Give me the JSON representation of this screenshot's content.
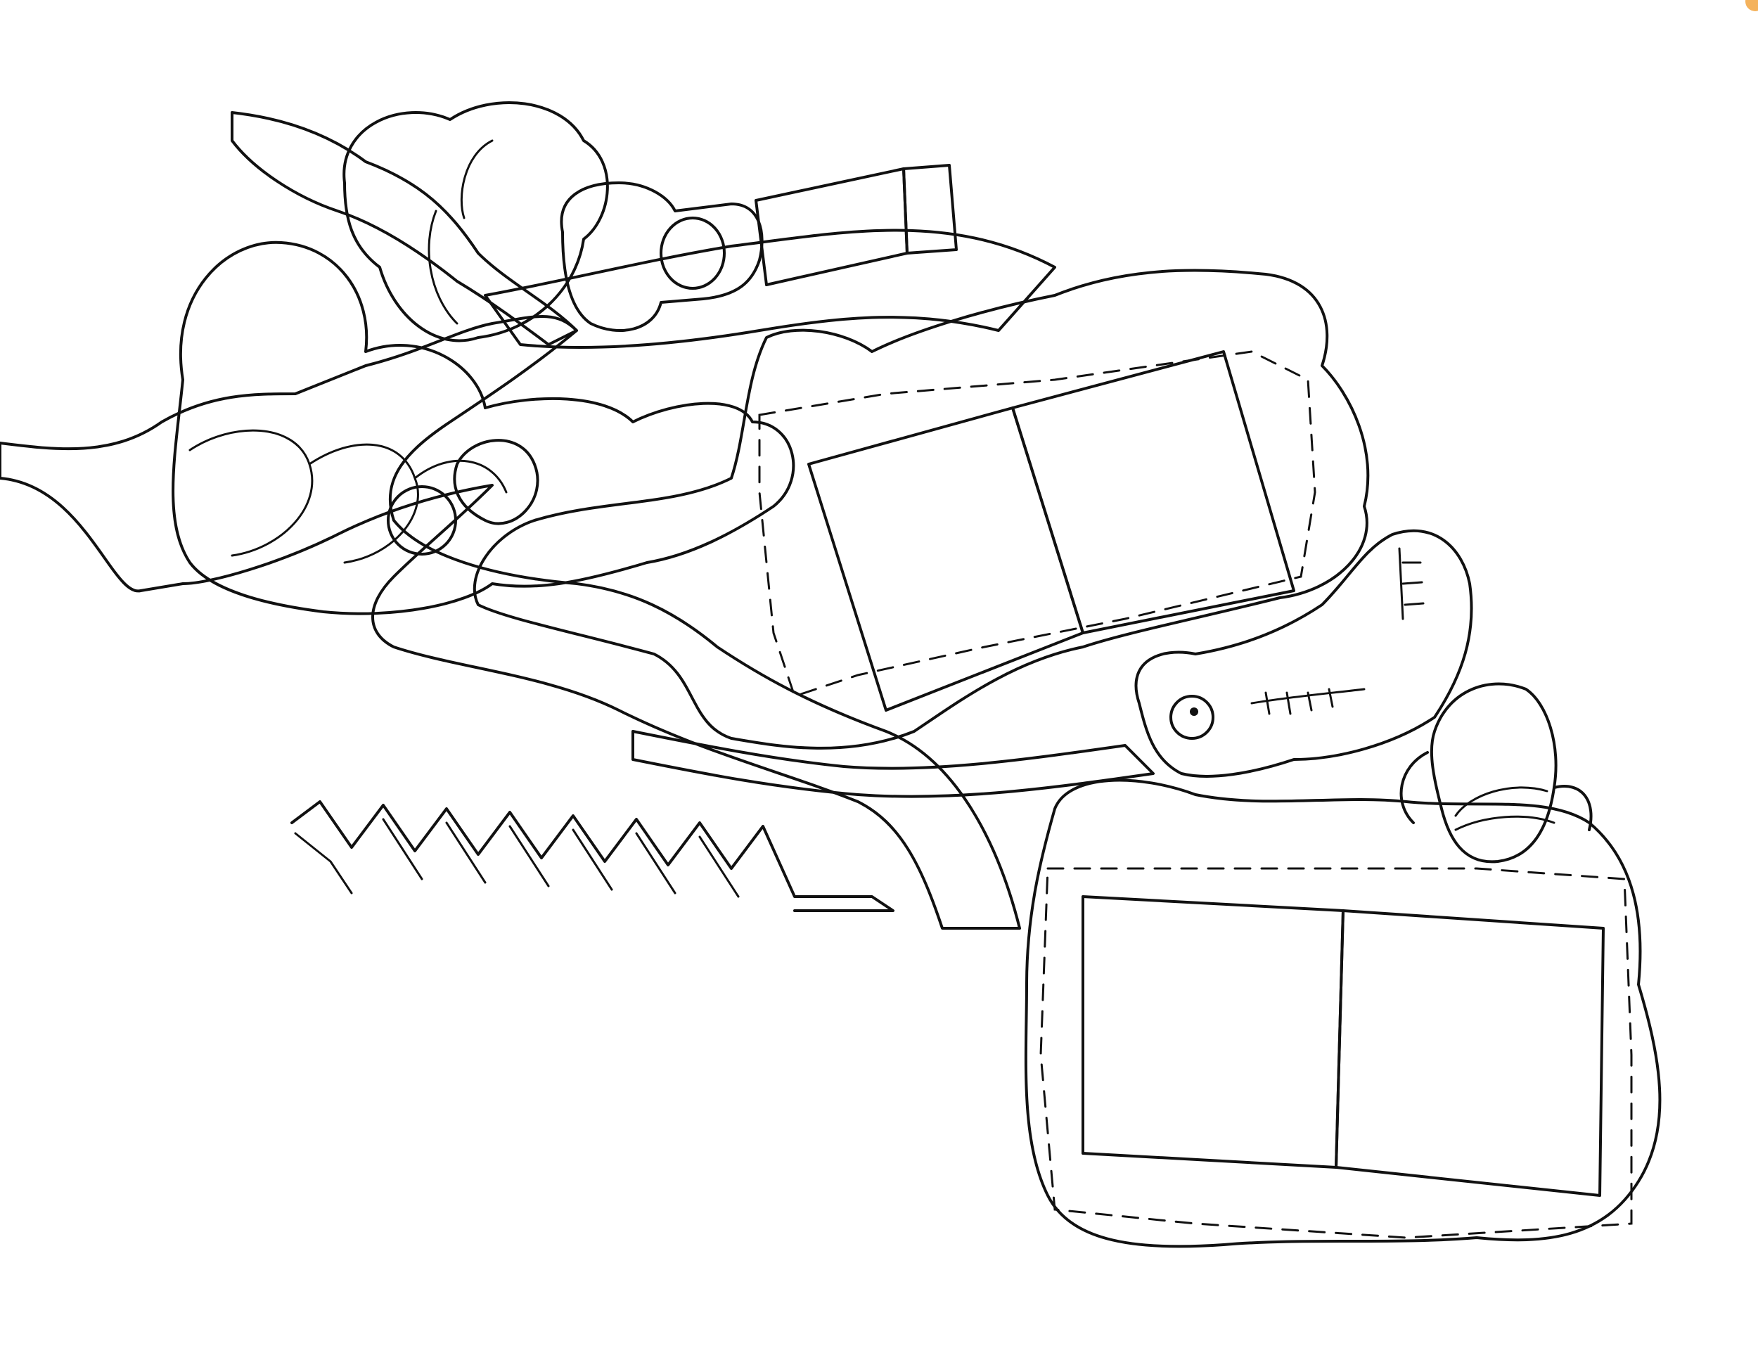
{
  "artwork": {
    "style": "hand-drawn ink sketch with flat color fills",
    "colors": {
      "background": "#ffffff",
      "ink": "#111111",
      "hatch": "#444444",
      "tan": "#f8e3cc",
      "lavender": "#dcc9f0",
      "cream": "#fdfbea",
      "brown": "#cc9a6c",
      "corner_dot": "#f4b25c"
    },
    "objects": [
      "tan-stitched-bag-upper",
      "tan-stitched-bag-lower",
      "lavender-cloud",
      "cream-cloud",
      "brown-roll",
      "white-box",
      "brown-cup",
      "tan-creature-head",
      "zigzag-fence",
      "hatched-path"
    ]
  }
}
